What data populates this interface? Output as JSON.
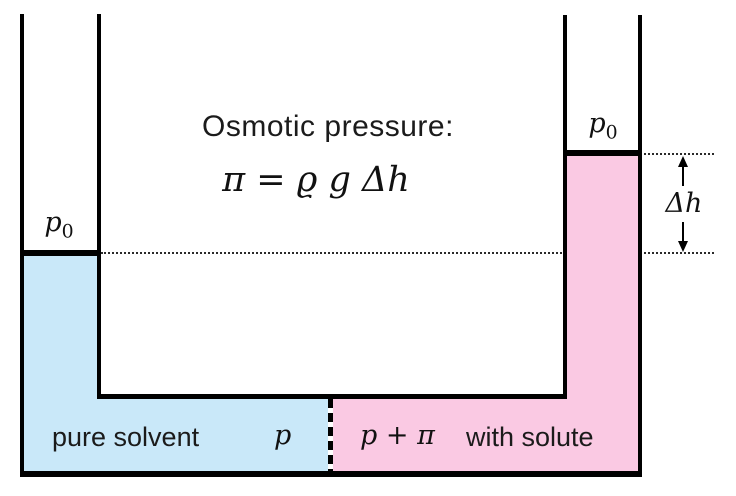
{
  "title": "Osmotic pressure:",
  "formula": "π = ϱ g Δh",
  "tubes": {
    "left_top_pressure": {
      "symbol": "p",
      "subscript": "0"
    },
    "right_top_pressure": {
      "symbol": "p",
      "subscript": "0"
    }
  },
  "height_annotation": {
    "label": "Δh"
  },
  "bottom_channel": {
    "left_liquid_label": "pure solvent",
    "left_pressure": "p",
    "right_pressure": "p + π",
    "right_liquid_label": "with solute"
  },
  "colors": {
    "pure_solvent_fill": "#c9e8f9",
    "solute_solution_fill": "#fac9e3",
    "wall": "#000000",
    "text": "#1b1b1b"
  }
}
